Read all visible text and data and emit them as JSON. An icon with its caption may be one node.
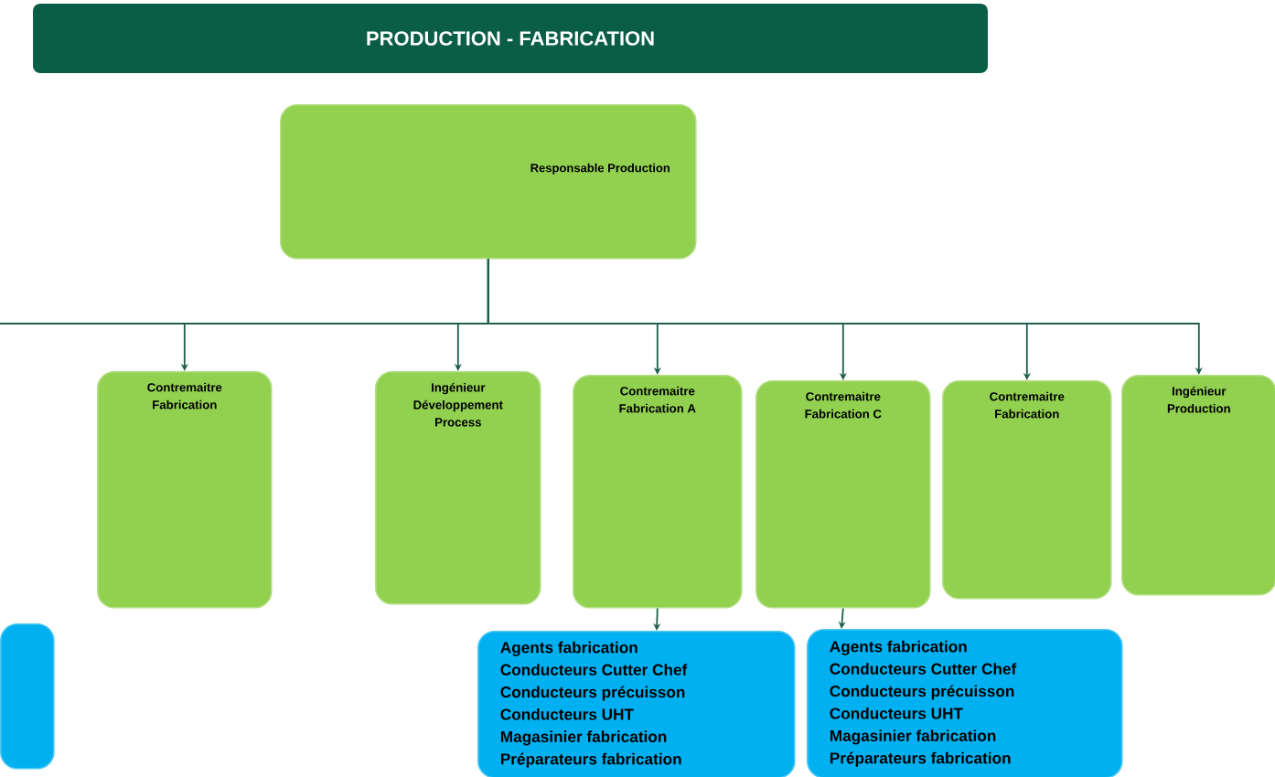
{
  "diagram": {
    "title": "PRODUCTION - FABRICATION",
    "nodes": [
      {
        "text": [
          "Responsable Production"
        ]
      },
      {
        "text": [
          "Contremaitre Fabrication"
        ]
      },
      {
        "text": [
          "Ingénieur Développement Process"
        ]
      },
      {
        "text": [
          "Contremaitre Fabrication A"
        ]
      },
      {
        "text": [
          "Contremaitre Fabrication C"
        ]
      },
      {
        "text": [
          "Contremaitre Fabrication"
        ]
      },
      {
        "text": [
          "Ingénieur Production"
        ]
      },
      {
        "text": [],
        "shape": "box"
      },
      {
        "text": [
          "Agents fabrication",
          "Conducteurs Cutter Chef",
          "Conducteurs précuisson",
          "Conducteurs UHT",
          "Magasinier fabrication",
          "Préparateurs fabrication"
        ]
      },
      {
        "text": [
          "Agents fabrication",
          "Conducteurs Cutter Chef",
          "Conducteurs précuisson",
          "Conducteurs UHT",
          "Magasinier fabrication",
          "Préparateurs fabrication"
        ]
      }
    ],
    "edges": [
      {
        "from": 0,
        "to": null,
        "arrow": "none"
      },
      {
        "from": 0,
        "to": 1,
        "arrow": "to"
      },
      {
        "from": 0,
        "to": 2,
        "arrow": "to"
      },
      {
        "from": 0,
        "to": 3,
        "arrow": "to"
      },
      {
        "from": 0,
        "to": 4,
        "arrow": "to"
      },
      {
        "from": 0,
        "to": 5,
        "arrow": "to"
      },
      {
        "from": 0,
        "to": 6,
        "arrow": "to"
      },
      {
        "from": 3,
        "to": 8,
        "arrow": "to"
      },
      {
        "from": 4,
        "to": 9,
        "arrow": "to"
      }
    ]
  }
}
